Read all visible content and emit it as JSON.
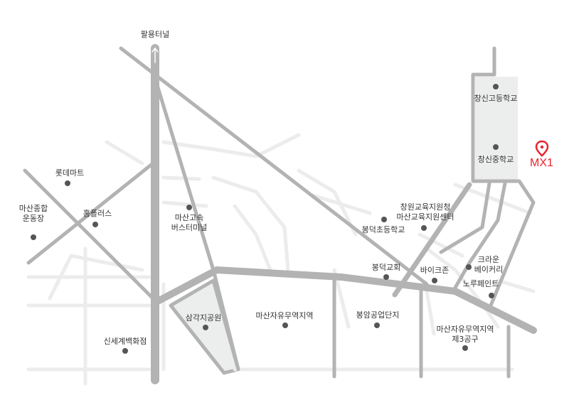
{
  "top_road_label": "팔용터널",
  "marker": {
    "name": "MX1",
    "color": "#e8232f"
  },
  "road_colors": {
    "major": "#b3b3b3",
    "minor": "#ececec",
    "block": "#eceeed"
  },
  "places": [
    {
      "id": "changsin-high",
      "label": "창신고등학교"
    },
    {
      "id": "changsin-middle",
      "label": "창신중학교"
    },
    {
      "id": "lotte-mart",
      "label": "롯데마트"
    },
    {
      "id": "masan-stadium",
      "label": "마산종합\n운동장"
    },
    {
      "id": "homeplus",
      "label": "홈플러스"
    },
    {
      "id": "masan-bus-terminal",
      "label": "마산고속\n버스터미널"
    },
    {
      "id": "education-office",
      "label": "창원교육지원청\n마산교육지원센터"
    },
    {
      "id": "bongdeok-elementary",
      "label": "봉덕초등학교"
    },
    {
      "id": "bongdeok-church",
      "label": "봉덕교회"
    },
    {
      "id": "bikezone",
      "label": "바이크존"
    },
    {
      "id": "crown-paint",
      "label": "크라운\n베이커리"
    },
    {
      "id": "noroo-paint",
      "label": "노루페인트"
    },
    {
      "id": "triangle-park",
      "label": "삼각지공원"
    },
    {
      "id": "free-trade-zone",
      "label": "마산자유무역지역"
    },
    {
      "id": "bongam-industrial",
      "label": "봉암공업단지"
    },
    {
      "id": "free-trade-zone-3",
      "label": "마산자유무역지역\n제3공구"
    },
    {
      "id": "shinsegae",
      "label": "신세계백화점"
    }
  ]
}
